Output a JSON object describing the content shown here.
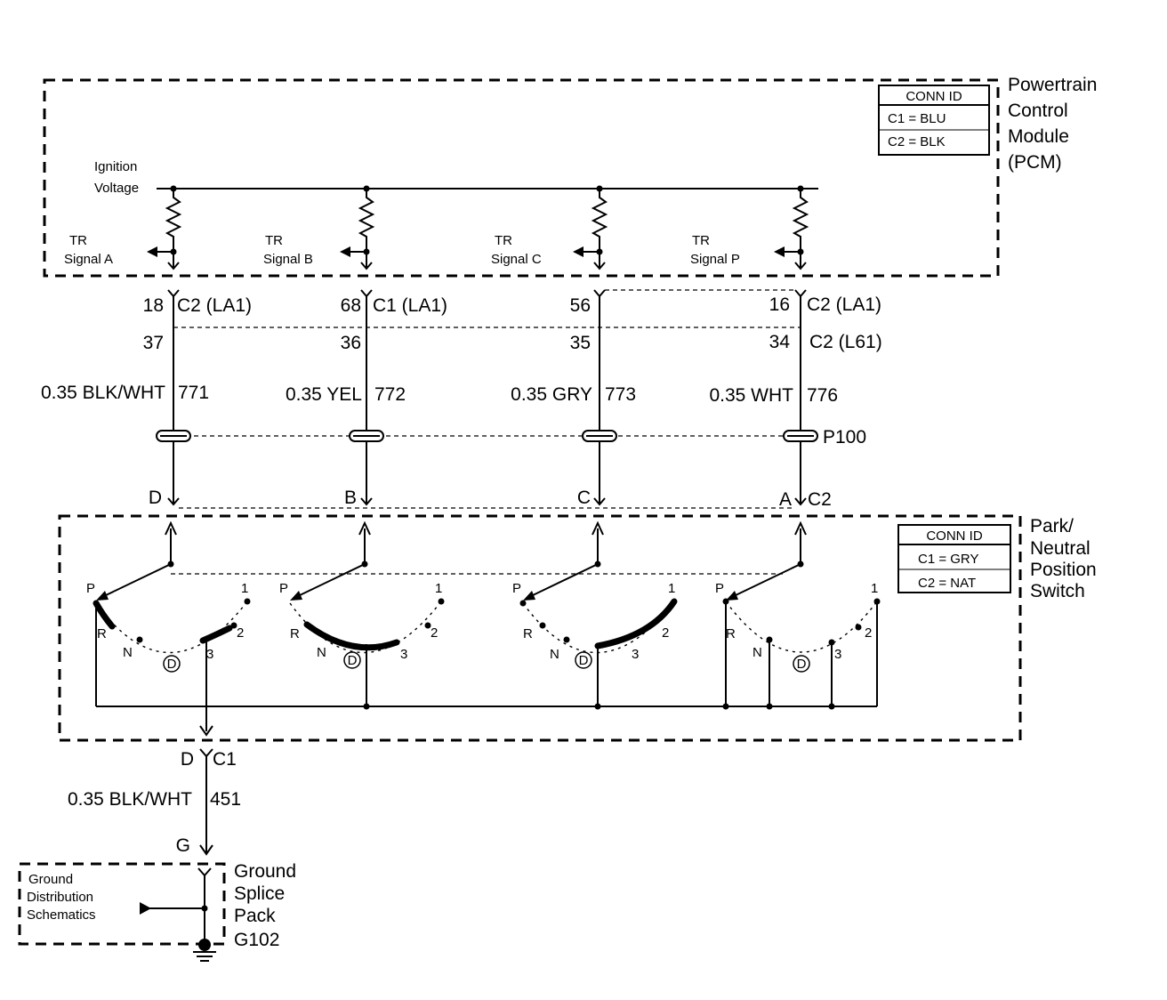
{
  "pcm": {
    "title_lines": [
      "Powertrain",
      "Control",
      "Module",
      "(PCM)"
    ],
    "conn_id": {
      "header": "CONN ID",
      "rows": [
        "C1 = BLU",
        "C2 = BLK"
      ]
    },
    "ignition_lines": [
      "Ignition",
      "Voltage"
    ],
    "signals": [
      {
        "line1": "TR",
        "line2": "Signal A"
      },
      {
        "line1": "TR",
        "line2": "Signal B"
      },
      {
        "line1": "TR",
        "line2": "Signal C"
      },
      {
        "line1": "TR",
        "line2": "Signal P"
      }
    ]
  },
  "circuits": [
    {
      "pin_la1": "18",
      "conn_la1": "C2 (LA1)",
      "pin_l61": "37",
      "gauge_color": "0.35 BLK/WHT",
      "circuit": "771",
      "pns_pin": "D"
    },
    {
      "pin_la1": "68",
      "conn_la1": "C1 (LA1)",
      "pin_l61": "36",
      "gauge_color": "0.35 YEL",
      "circuit": "772",
      "pns_pin": "B"
    },
    {
      "pin_la1": "56",
      "conn_la1": "",
      "pin_l61": "35",
      "gauge_color": "0.35 GRY",
      "circuit": "773",
      "pns_pin": "C"
    },
    {
      "pin_la1": "16",
      "conn_la1": "C2 (LA1)",
      "pin_l61": "34",
      "gauge_color": "0.35 WHT",
      "circuit": "776",
      "pns_pin": "A"
    }
  ],
  "l61_conn": "C2 (L61)",
  "splice": "P100",
  "pns_conn": "C2",
  "pns": {
    "title_lines": [
      "Park/",
      "Neutral",
      "Position",
      "Switch"
    ],
    "conn_id": {
      "header": "CONN ID",
      "rows": [
        "C1 = GRY",
        "C2 = NAT"
      ]
    },
    "positions": {
      "p": "P",
      "r": "R",
      "n": "N",
      "d": "D",
      "three": "3",
      "two": "2",
      "one": "1"
    }
  },
  "ground_circuit": {
    "pin": "D",
    "conn": "C1",
    "gauge_color": "0.35 BLK/WHT",
    "circuit": "451",
    "splice_pin": "G"
  },
  "ground_ref_lines": [
    "Ground",
    "Distribution",
    "Schematics"
  ],
  "splice_pack_lines": [
    "Ground",
    "Splice",
    "Pack",
    "G102"
  ]
}
